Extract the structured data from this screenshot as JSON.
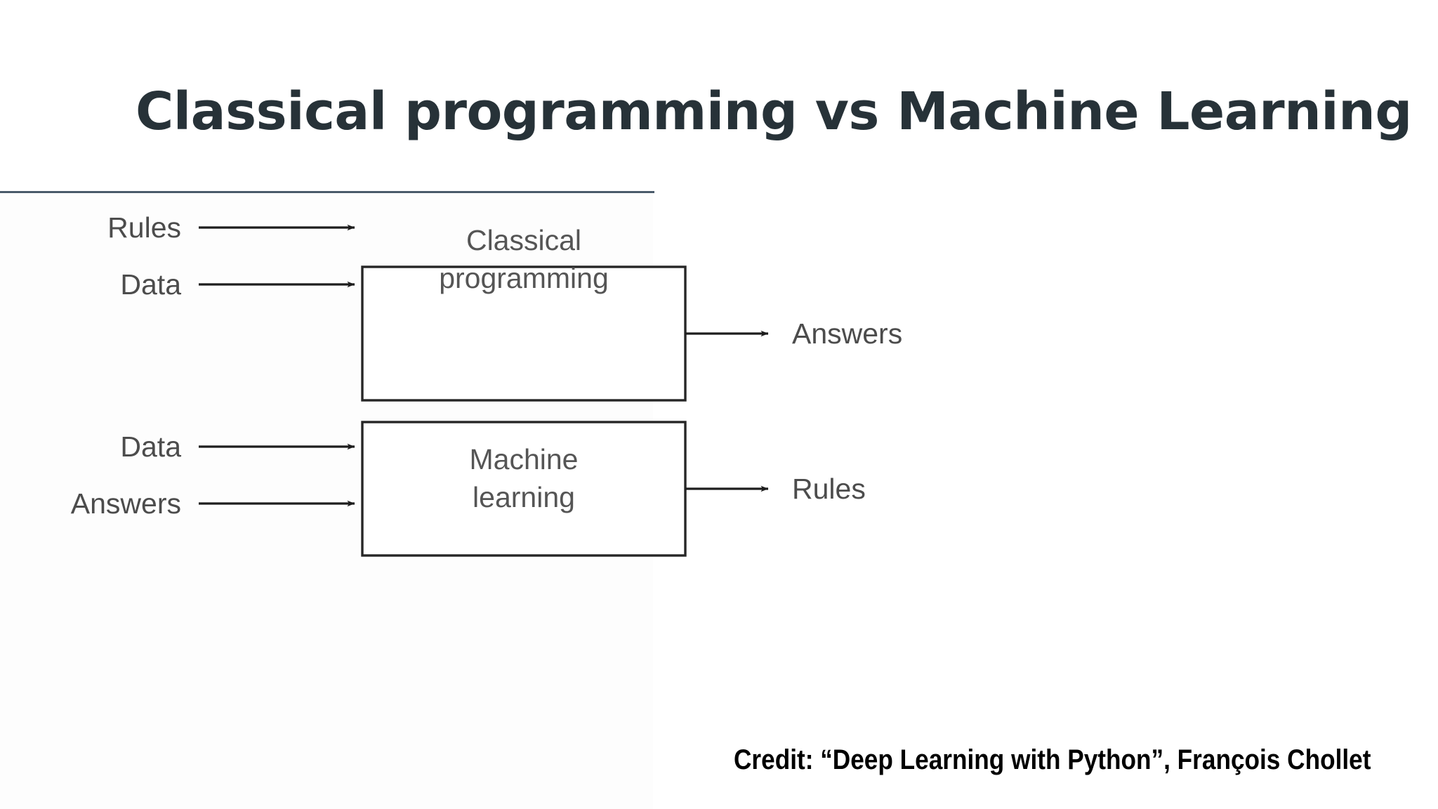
{
  "slide": {
    "title": "Classical programming vs Machine Learning",
    "background_color": "#ffffff",
    "title_color": "#273238",
    "divider_color": "#4a5b6b"
  },
  "credit": {
    "text": "Credit: “Deep Learning with Python”,  François Chollet"
  },
  "diagram": {
    "caption": "Two block diagrams contrasting classical programming with machine learning.",
    "blocks": [
      {
        "id": "classical",
        "box_label_line1": "Classical",
        "box_label_line2": "programming",
        "input_top": "Rules",
        "input_bottom": "Data",
        "output": "Answers"
      },
      {
        "id": "machine-learning",
        "box_label_line1": "Machine",
        "box_label_line2": "learning",
        "input_top": "Data",
        "input_bottom": "Answers",
        "output": "Rules"
      }
    ]
  }
}
